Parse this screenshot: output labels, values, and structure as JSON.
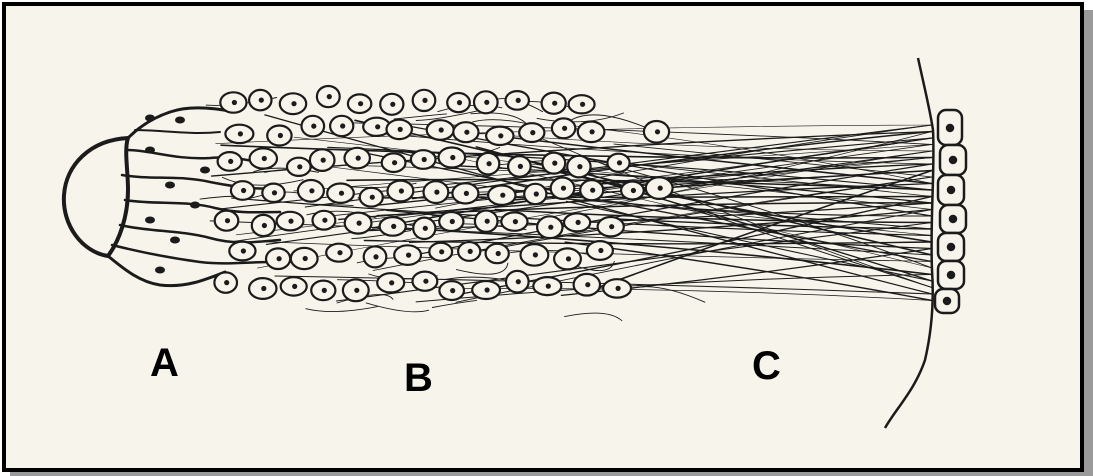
{
  "labels": {
    "a": "A",
    "b": "B",
    "c": "C"
  },
  "colors": {
    "paper": "#f7f4eb",
    "ink": "#1b1b1b",
    "frame": "#000000",
    "shadow": "#9a9a9a"
  }
}
